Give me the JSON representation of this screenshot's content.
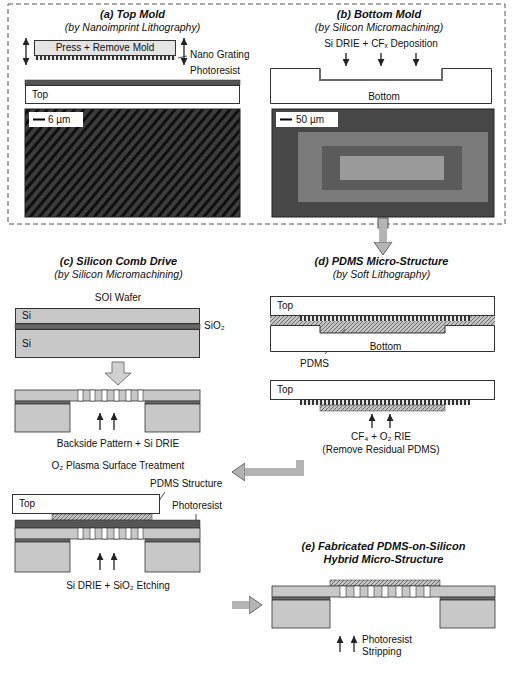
{
  "diagram": {
    "nodes": [
      {
        "text": [
          "(a) Top Mold",
          "(by Nanoimprint Lithography)"
        ]
      },
      {
        "text": [
          "Press + Remove Mold"
        ],
        "in": 0
      },
      {
        "text": [
          "Top"
        ],
        "in": 0
      },
      {
        "text": [
          "(b) Bottom Mold",
          "(by Silicon Micromachining)"
        ]
      },
      {
        "text": [
          "Bottom"
        ],
        "in": 3
      },
      {
        "text": [
          "(c) Silicon Comb Drive",
          "(by Silicon Micromachining)"
        ]
      },
      {
        "text": [
          "Si"
        ],
        "in": 5
      },
      {
        "text": [
          "Si"
        ],
        "in": 5
      },
      {
        "text": [
          "Top"
        ],
        "in": 5
      },
      {
        "text": [
          "(d) PDMS Micro-Structure",
          "(by Soft Lithography)"
        ]
      },
      {
        "text": [
          "Top"
        ],
        "in": 9
      },
      {
        "text": [
          "Bottom"
        ],
        "in": 9
      },
      {
        "text": [
          "Top"
        ],
        "in": 9
      },
      {
        "text": [
          "(e) Fabricated PDMS-on-Silicon Hybrid Micro-Structure"
        ]
      }
    ],
    "edges": [
      {
        "from": 3,
        "to": 9,
        "arrow": "to"
      },
      {
        "from": 9,
        "to": 5,
        "arrow": "to"
      },
      {
        "from": 5,
        "to": 13,
        "arrow": "to"
      }
    ],
    "labels": [
      "Nano Grating",
      "Photoresist",
      "6 µm",
      "Si DRIE + CFₓ Deposition",
      "50 µm",
      "SOI Wafer",
      "SiO₂",
      "Backside Pattern + Si DRIE",
      "O₂ Plasma Surface Treatment",
      "PDMS Structure",
      "Photoresist",
      "Si DRIE + SiO₂ Etching",
      "PDMS",
      "CF₄ + O₂ RIE",
      "(Remove Residual PDMS)",
      "Photoresist Stripping"
    ]
  }
}
